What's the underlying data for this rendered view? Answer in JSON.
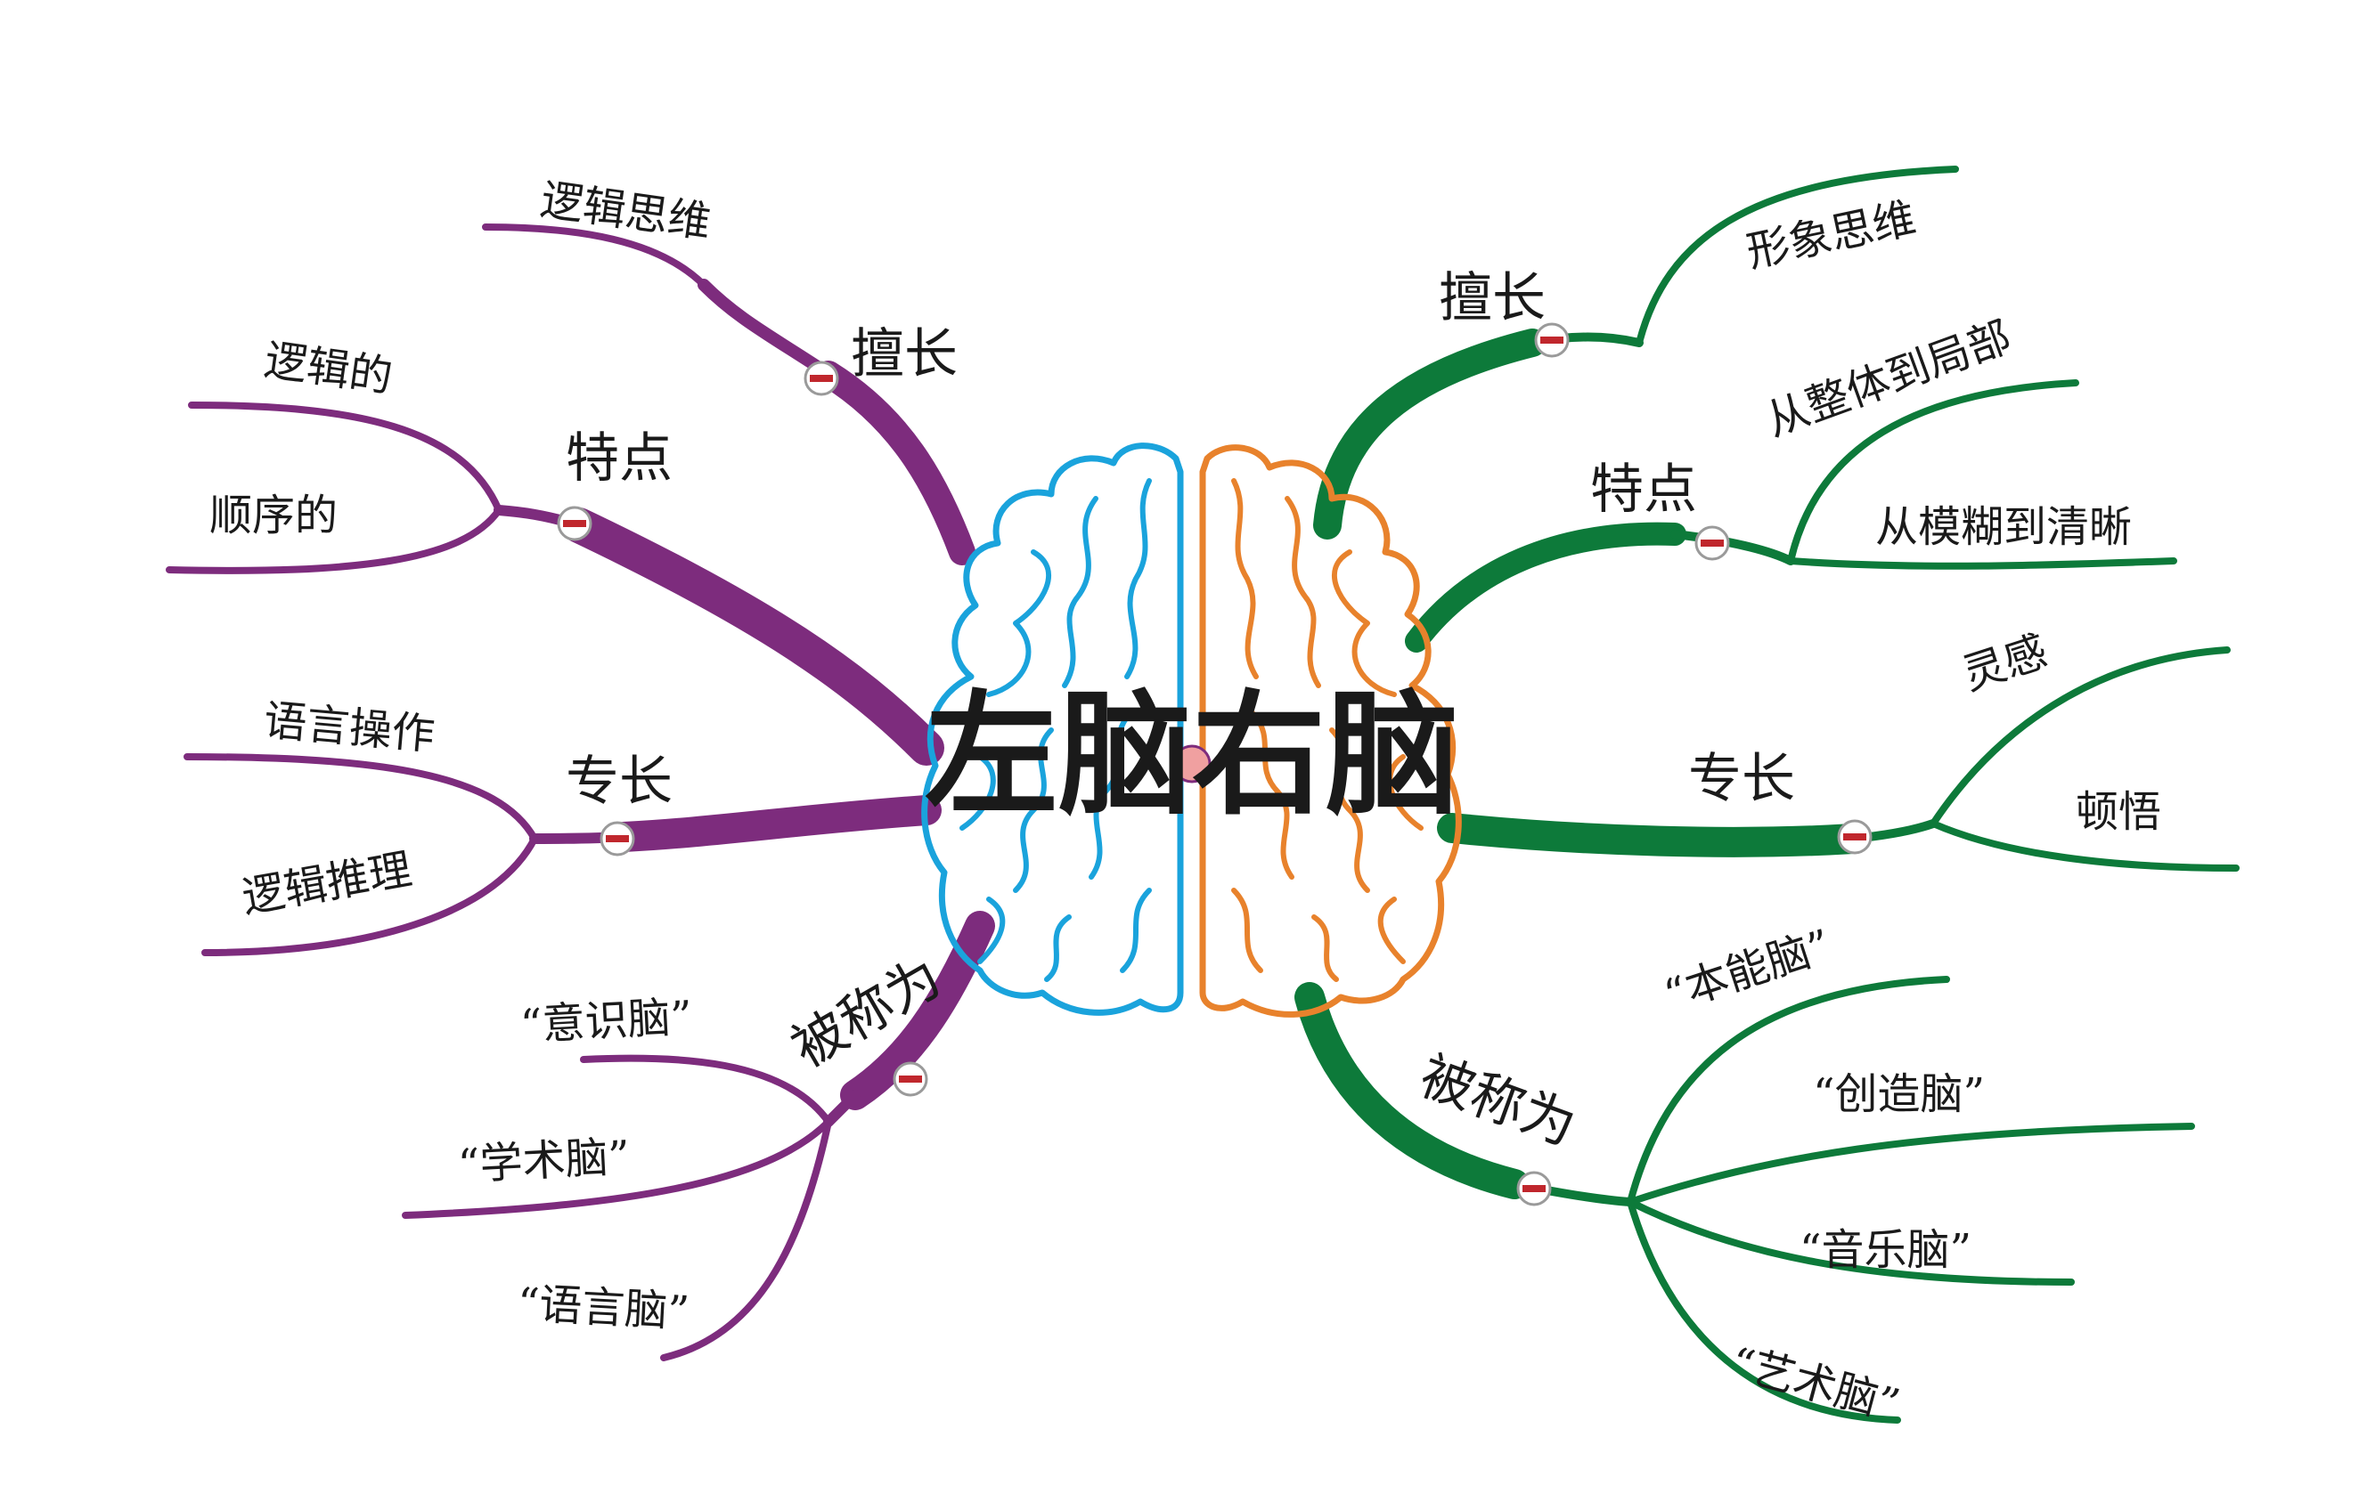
{
  "title": "左脑右脑",
  "colors": {
    "left_branch": "#7d2c7d",
    "right_branch": "#0d7a3a",
    "left_brain": "#1aa3dc",
    "right_brain": "#e8822c",
    "collapse_button": "#c0272d",
    "center_dot": "#f0a0a0"
  },
  "left": {
    "branches": [
      {
        "label": "擅长",
        "items": [
          "逻辑思维"
        ]
      },
      {
        "label": "特点",
        "items": [
          "逻辑的",
          "顺序的"
        ]
      },
      {
        "label": "专长",
        "items": [
          "语言操作",
          "逻辑推理"
        ]
      },
      {
        "label": "被称为",
        "items": [
          "“意识脑”",
          "“学术脑”",
          "“语言脑”"
        ]
      }
    ]
  },
  "right": {
    "branches": [
      {
        "label": "擅长",
        "items": [
          "形象思维"
        ]
      },
      {
        "label": "特点",
        "items": [
          "从整体到局部",
          "从模糊到清晰"
        ]
      },
      {
        "label": "专长",
        "items": [
          "灵感",
          "顿悟"
        ]
      },
      {
        "label": "被称为",
        "items": [
          "“本能脑”",
          "“创造脑”",
          "“音乐脑”",
          "“艺术脑”"
        ]
      }
    ]
  }
}
